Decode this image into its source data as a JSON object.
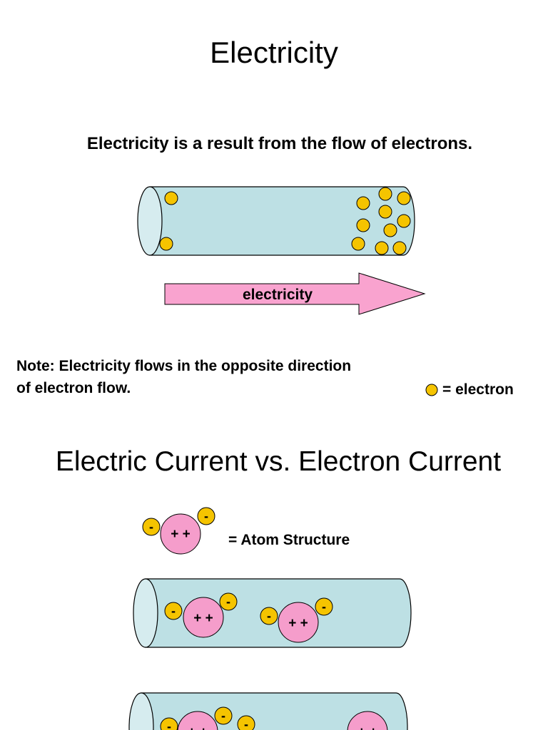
{
  "title": "Electricity",
  "subtitle": "Electricity is a result from the flow of electrons.",
  "arrow_label": "electricity",
  "note": {
    "line1": "Note: Electricity flows in the opposite direction",
    "line2": "of electron flow."
  },
  "legend": {
    "electron": "= electron"
  },
  "title2": "Electric Current vs. Electron Current",
  "atom_legend": "= Atom Structure",
  "atom_nucleus_label": "+ +",
  "electron_sign": "-",
  "colors": {
    "wire_fill": "#bde0e4",
    "wire_end": "#d6ecef",
    "electron": "#f5c400",
    "nucleus": "#f59dcb",
    "arrow": "#f9a3cf"
  }
}
